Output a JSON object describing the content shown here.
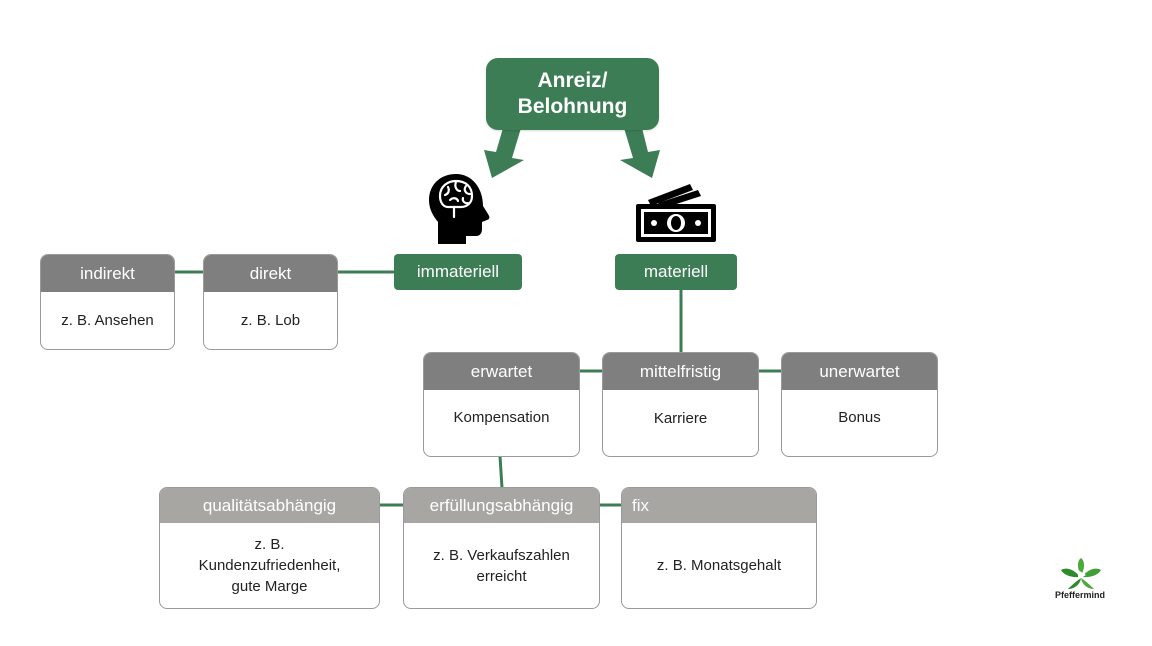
{
  "top": {
    "label": "Anreiz/\nBelohnung"
  },
  "branches": {
    "immateriell": "immateriell",
    "materiell": "materiell"
  },
  "immaterial_cards": [
    {
      "head": "indirekt",
      "body": "z. B. Ansehen"
    },
    {
      "head": "direkt",
      "body": "z. B. Lob"
    }
  ],
  "material_cards": [
    {
      "head": "erwartet",
      "body": "Kompensation"
    },
    {
      "head": "mittelfristig",
      "body": "Karriere"
    },
    {
      "head": "unerwartet",
      "body": "Bonus"
    }
  ],
  "compensation_cards": [
    {
      "head": "qualitätsabhängig",
      "body": "z. B.\nKundenzufriedenheit,\ngute Marge"
    },
    {
      "head": "erfüllungsabhängig",
      "body": "z. B. Verkaufszahlen\nerreicht"
    },
    {
      "head": "fix",
      "body": "z. B. Monatsgehalt"
    }
  ],
  "logo": {
    "text": "Pfeffermind"
  },
  "icons": {
    "head": "brain-head-icon",
    "money": "money-bills-icon",
    "logo": "mint-leaf-logo-icon"
  },
  "colors": {
    "green": "#3c7d55",
    "header_gray": "#7f7f7f",
    "header_light_gray": "#a8a6a3",
    "border": "#9a9a9a"
  }
}
